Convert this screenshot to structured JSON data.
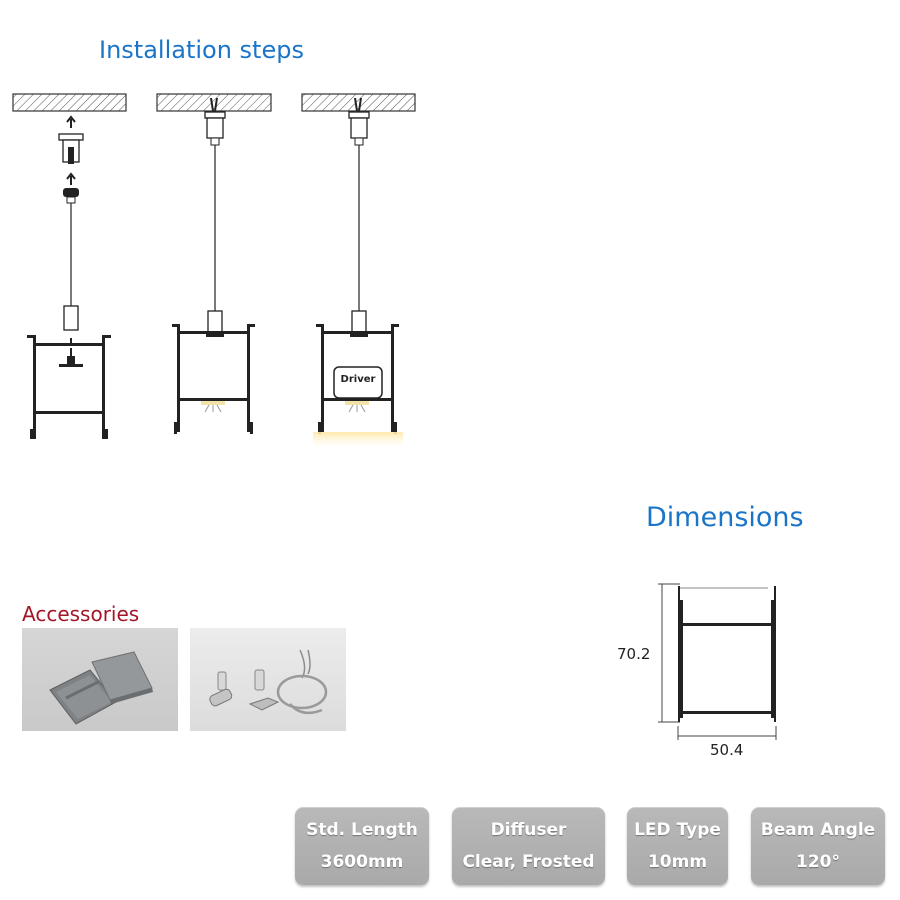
{
  "installation": {
    "title": "Installation steps",
    "driver_label": "Driver"
  },
  "dimensions": {
    "title": "Dimensions",
    "height": "70.2",
    "width": "50.4"
  },
  "accessories": {
    "title": "Accessories"
  },
  "specs": [
    {
      "label": "Std. Length",
      "value": "3600mm"
    },
    {
      "label": "Diffuser",
      "value": "Clear, Frosted"
    },
    {
      "label": "LED Type",
      "value": "10mm"
    },
    {
      "label": "Beam Angle",
      "value": "120°"
    }
  ],
  "colors": {
    "heading_blue": "#1a75c9",
    "heading_red": "#a3162a",
    "card_grey": "#b0b0b0"
  }
}
